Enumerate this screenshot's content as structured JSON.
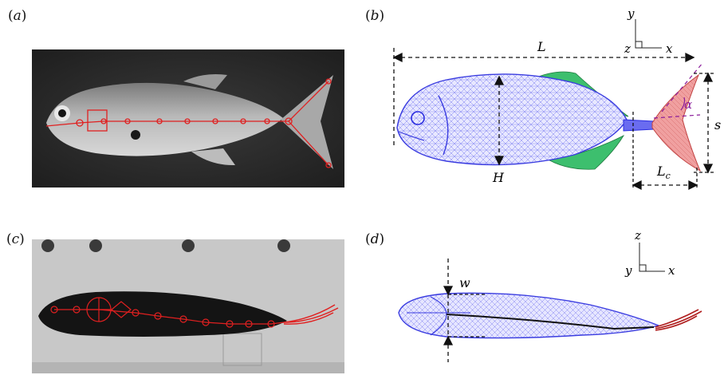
{
  "panels": {
    "a": {
      "open": "(",
      "letter": "a",
      "close": ")"
    },
    "b": {
      "open": "(",
      "letter": "b",
      "close": ")"
    },
    "c": {
      "open": "(",
      "letter": "c",
      "close": ")"
    },
    "d": {
      "open": "(",
      "letter": "d",
      "close": ")"
    }
  },
  "panel_b": {
    "axes": {
      "y": "y",
      "z": "z",
      "x": "x"
    },
    "dims": {
      "L": "L",
      "H": "H",
      "alpha": "α",
      "s": "s",
      "Lc_main": "L",
      "Lc_sub": "c"
    }
  },
  "panel_d": {
    "axes": {
      "z": "z",
      "y": "y",
      "x": "x"
    },
    "dims": {
      "w": "w"
    }
  },
  "colors": {
    "mesh_body": "#8a8cf0",
    "fins": "#3dbf6e",
    "caudal": "#e88a8a",
    "markers": "#e02020",
    "alpha_line": "#8a1a9a"
  }
}
